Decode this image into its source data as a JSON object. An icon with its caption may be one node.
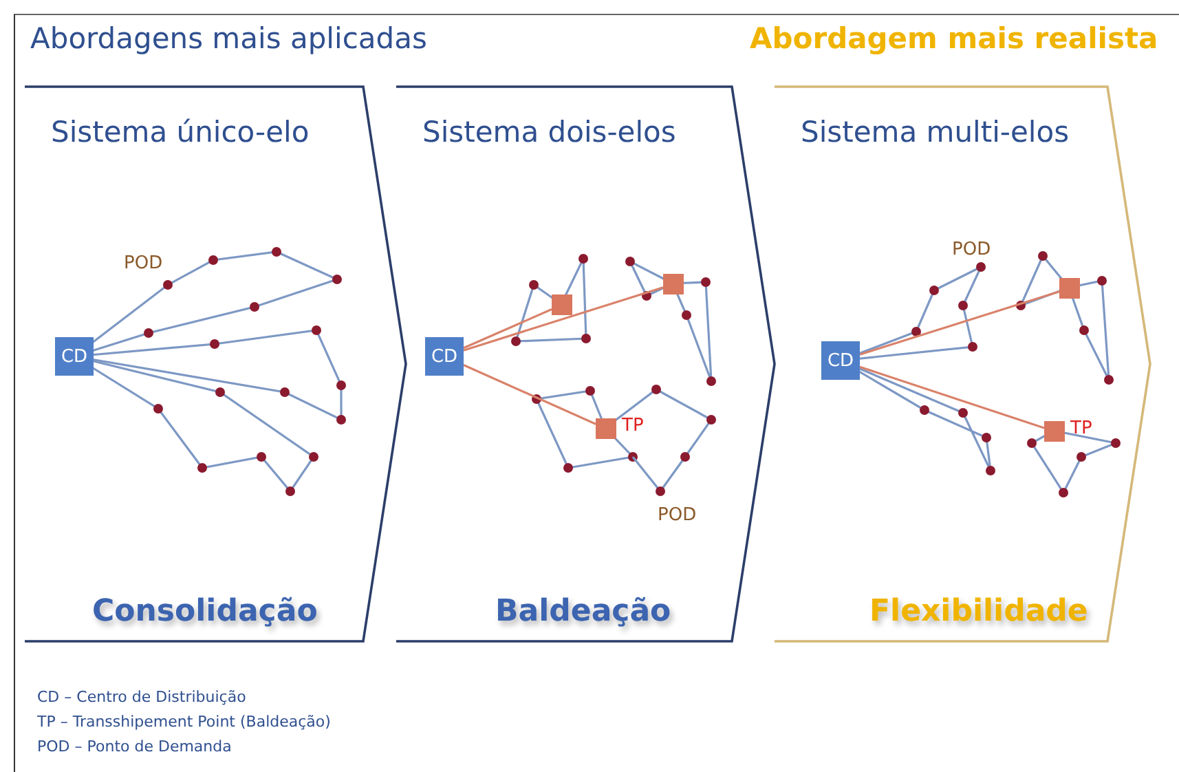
{
  "diagram": {
    "nodes": [
      {
        "text": [
          "Sistema único-elo",
          "Consolidação"
        ]
      },
      {
        "text": [
          "CD"
        ],
        "in": 0
      },
      {
        "text": [
          "Sistema dois-elos",
          "Baldeação"
        ]
      },
      {
        "text": [
          "CD"
        ],
        "in": 2
      },
      {
        "text": [],
        "shape": "box",
        "in": 2
      },
      {
        "text": [],
        "shape": "box",
        "in": 2
      },
      {
        "text": [],
        "shape": "box",
        "beside": [
          "TP"
        ],
        "in": 2
      },
      {
        "text": [
          "Sistema multi-elos",
          "Flexibilidade"
        ]
      },
      {
        "text": [
          "CD"
        ],
        "in": 7
      },
      {
        "text": [],
        "shape": "box",
        "in": 7
      },
      {
        "text": [],
        "shape": "box",
        "beside": [
          "TP"
        ],
        "in": 7
      }
    ],
    "edges": [
      {
        "from": 3,
        "to": 4,
        "arrow": "none",
        "color": "#d9826a"
      },
      {
        "from": 3,
        "to": 5,
        "arrow": "none",
        "color": "#d9826a"
      },
      {
        "from": 3,
        "to": 6,
        "arrow": "none",
        "color": "#d9826a"
      },
      {
        "from": 8,
        "to": 9,
        "arrow": "none",
        "color": "#d9826a"
      },
      {
        "from": 8,
        "to": 10,
        "arrow": "none",
        "color": "#d9826a"
      }
    ],
    "labels": [
      "Abordagens mais aplicadas",
      "Abordagem mais realista",
      "POD",
      "POD",
      "POD",
      "CD – Centro de Distribuição",
      "TP – Transshipement Point (Baldeação)",
      "POD – Ponto de Demanda"
    ]
  }
}
